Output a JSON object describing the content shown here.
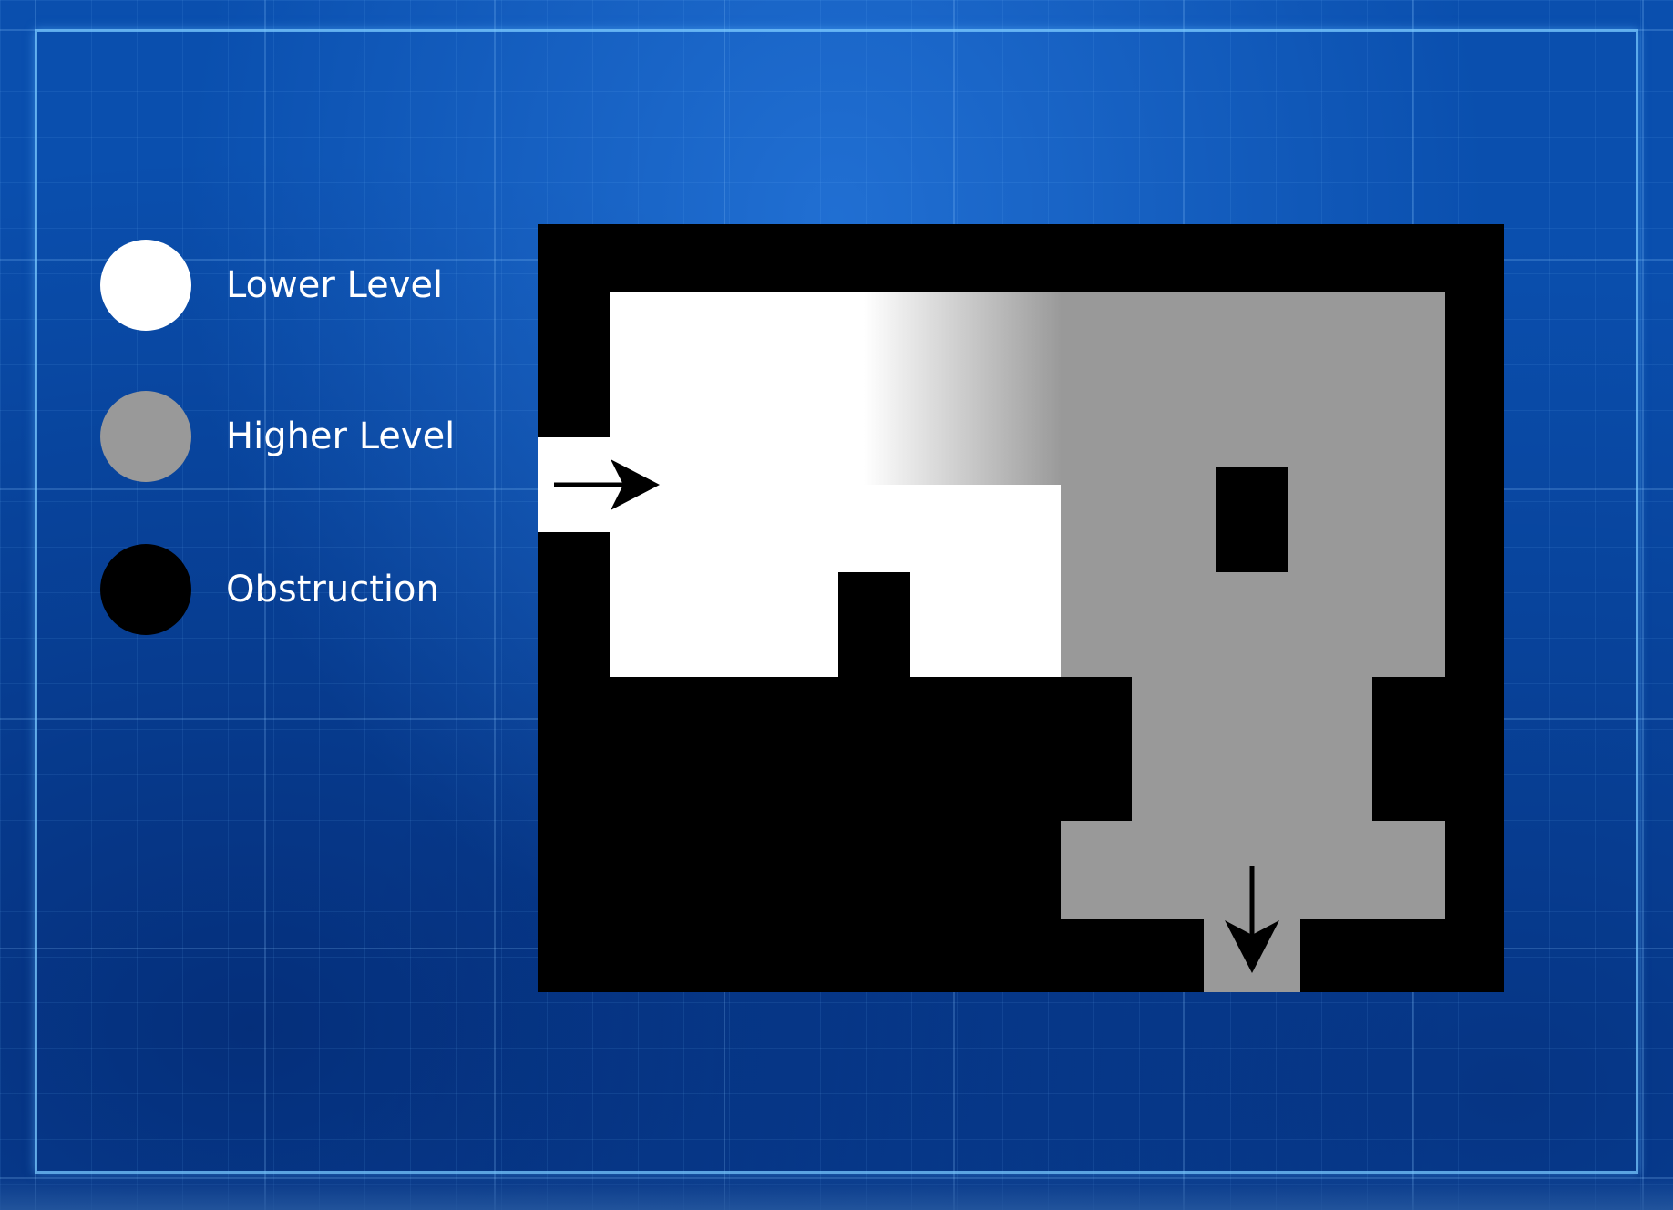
{
  "legend": {
    "items": [
      {
        "key": "lower",
        "label": "Lower Level",
        "color": "#ffffff"
      },
      {
        "key": "higher",
        "label": "Higher Level",
        "color": "#999999"
      },
      {
        "key": "obstruction",
        "label": "Obstruction",
        "color": "#000000"
      }
    ]
  },
  "colors": {
    "background": "#0a4fae",
    "grid_line": "#78c8ff",
    "lower_level": "#ffffff",
    "higher_level": "#999999",
    "obstruction": "#000000",
    "arrow": "#000000"
  },
  "icons": {
    "entry": "arrow-right-icon",
    "exit": "arrow-down-icon"
  }
}
